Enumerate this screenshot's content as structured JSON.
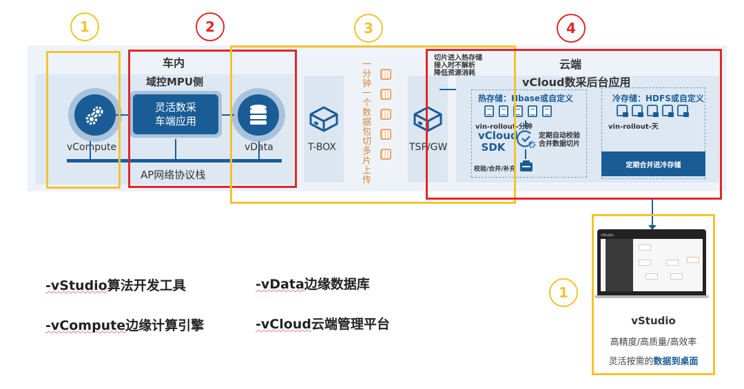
{
  "badges": [
    {
      "num": "1",
      "color": "#f2c230"
    },
    {
      "num": "2",
      "color": "#e0262a"
    },
    {
      "num": "3",
      "color": "#f2c230"
    },
    {
      "num": "4",
      "color": "#e0262a"
    },
    {
      "num": "1",
      "color": "#f2c230"
    }
  ],
  "vehicle": {
    "title": "车内",
    "subtitle": "域控MPU侧",
    "app_line1": "灵活数采",
    "app_line2": "车端应用",
    "compute_label": "vCompute",
    "data_label": "vData",
    "bus_label": "AP网络协议栈"
  },
  "tbox": {
    "label": "T-BOX"
  },
  "upload": {
    "vertical_text": "一分钟一个数据包切多片上传"
  },
  "gateway": {
    "label": "TSP/GW",
    "note_lines": [
      "切片进入热存储",
      "接入时不解析",
      "降低资源消耗"
    ]
  },
  "cloud": {
    "title": "云端",
    "subtitle": "vCloud数采后台应用",
    "hot_storage": {
      "title": "热存储：Hbase或自定义",
      "rollout_label": "vin-rollout-分钟",
      "sdk_line1": "vCloud",
      "sdk_line2": "SDK",
      "verify_line1": "定期自动校验",
      "verify_line2": "合并数据切片",
      "bottom_label": "校验/合并/补充"
    },
    "cold_storage": {
      "title": "冷存储：HDFS或自定义",
      "rollout_label": "vin-rollout-天",
      "merge_button": "定期合并进冷存储"
    }
  },
  "vstudio": {
    "title": "vStudio",
    "line1": "高精度/高质量/高效率",
    "line2_prefix": "灵活按需的",
    "line2_highlight": "数据到桌面",
    "screen_title": "vStudio"
  },
  "product_list": [
    {
      "name": "-vStudio",
      "desc": "算法开发工具"
    },
    {
      "name": "-vData",
      "desc": "边缘数据库"
    },
    {
      "name": "-vCompute",
      "desc": "边缘计算引擎"
    },
    {
      "name": "-vCloud",
      "desc": "云端管理平台"
    }
  ],
  "colors": {
    "highlight_yellow": "#f2c230",
    "highlight_red": "#e0262a",
    "brand_blue": "#1a5c96",
    "upload_orange": "#d8863a"
  }
}
